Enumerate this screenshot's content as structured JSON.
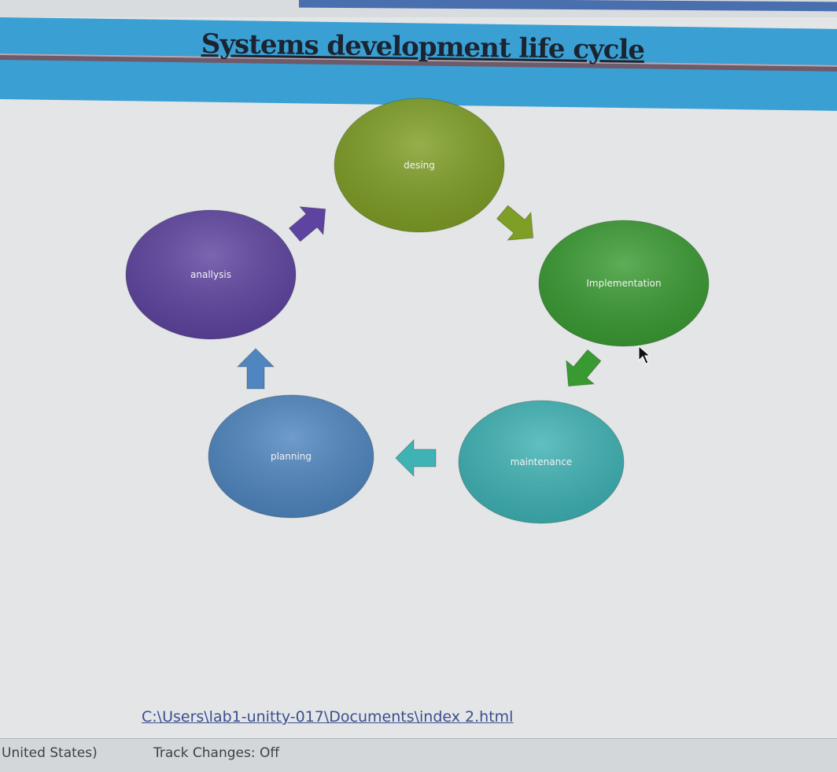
{
  "document": {
    "title": "Systems development life cycle",
    "link_path": "C:\\Users\\lab1-unitty-017\\Documents\\index  2.html"
  },
  "diagram": {
    "type": "cycle",
    "nodes": [
      {
        "label": "desing",
        "color": "#7e9e25"
      },
      {
        "label": "Implementation",
        "color": "#3a9a32"
      },
      {
        "label": "maintenance",
        "color": "#3fb2b4"
      },
      {
        "label": "planning",
        "color": "#4f86bf"
      },
      {
        "label": "anallysis",
        "color": "#5e44a0"
      }
    ]
  },
  "status_bar": {
    "language": "United States)",
    "track_changes": "Track Changes: Off"
  }
}
